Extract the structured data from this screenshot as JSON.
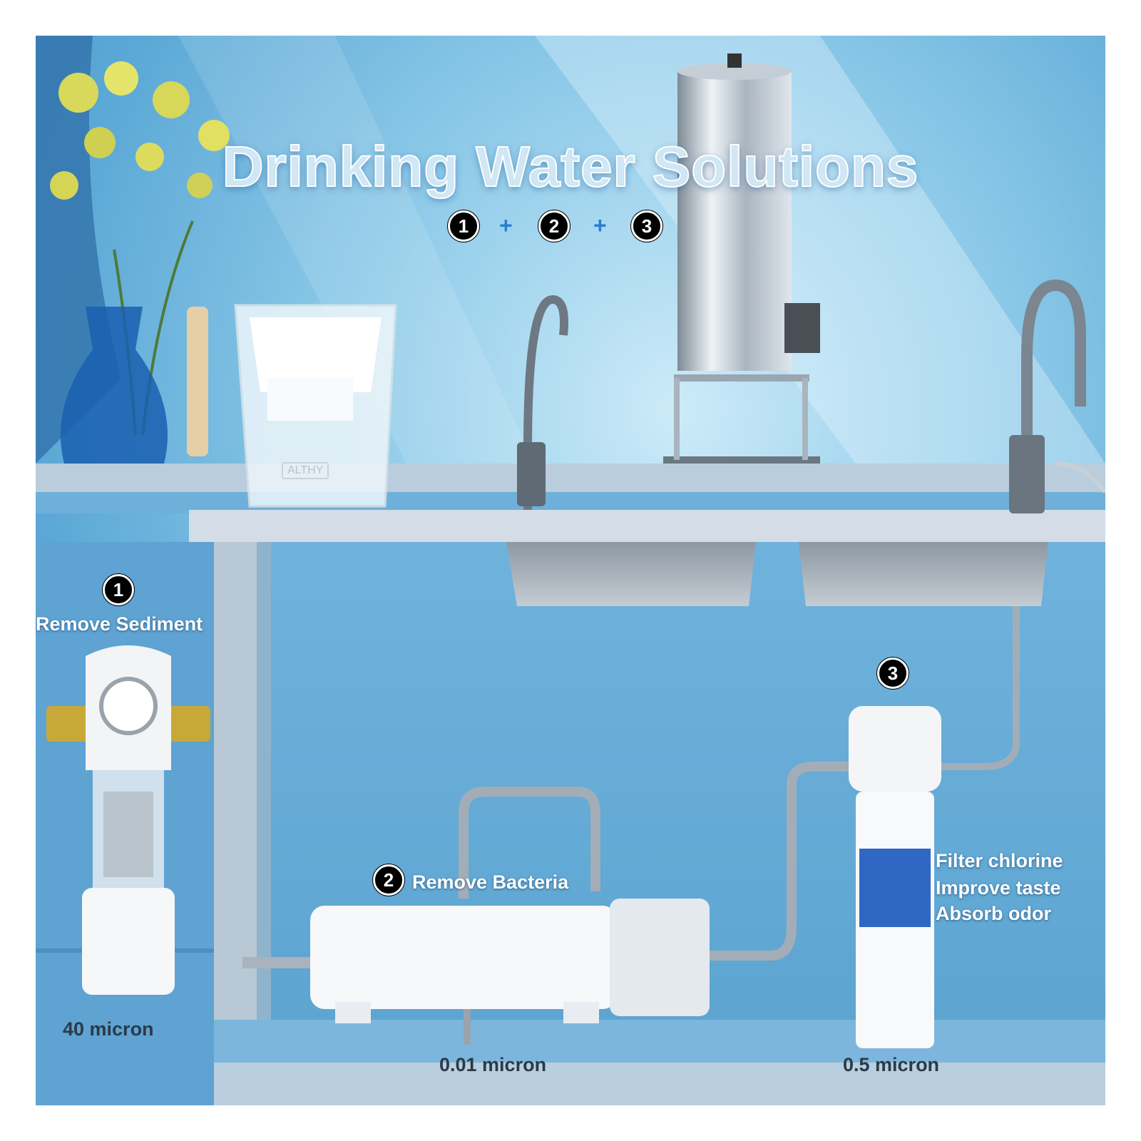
{
  "title": "Drinking Water Solutions",
  "steps_badges": [
    "1",
    "2",
    "3"
  ],
  "plus_sign": "+",
  "pitcher_brand": "ALTHY",
  "stage1": {
    "number": "1",
    "label": "Remove Sediment",
    "micron": "40 micron"
  },
  "stage2": {
    "number": "2",
    "label": "Remove Bacteria",
    "micron": "0.01 micron"
  },
  "stage3": {
    "number": "3",
    "benefits": [
      "Filter chlorine",
      "Improve taste",
      "Absorb odor"
    ],
    "micron": "0.5 micron"
  },
  "colors": {
    "wall": "#5ba8d6",
    "counter": "#c9d6e2",
    "badge": "#000000",
    "label_text": "#ffffff",
    "micron_text": "#2b3a47"
  }
}
